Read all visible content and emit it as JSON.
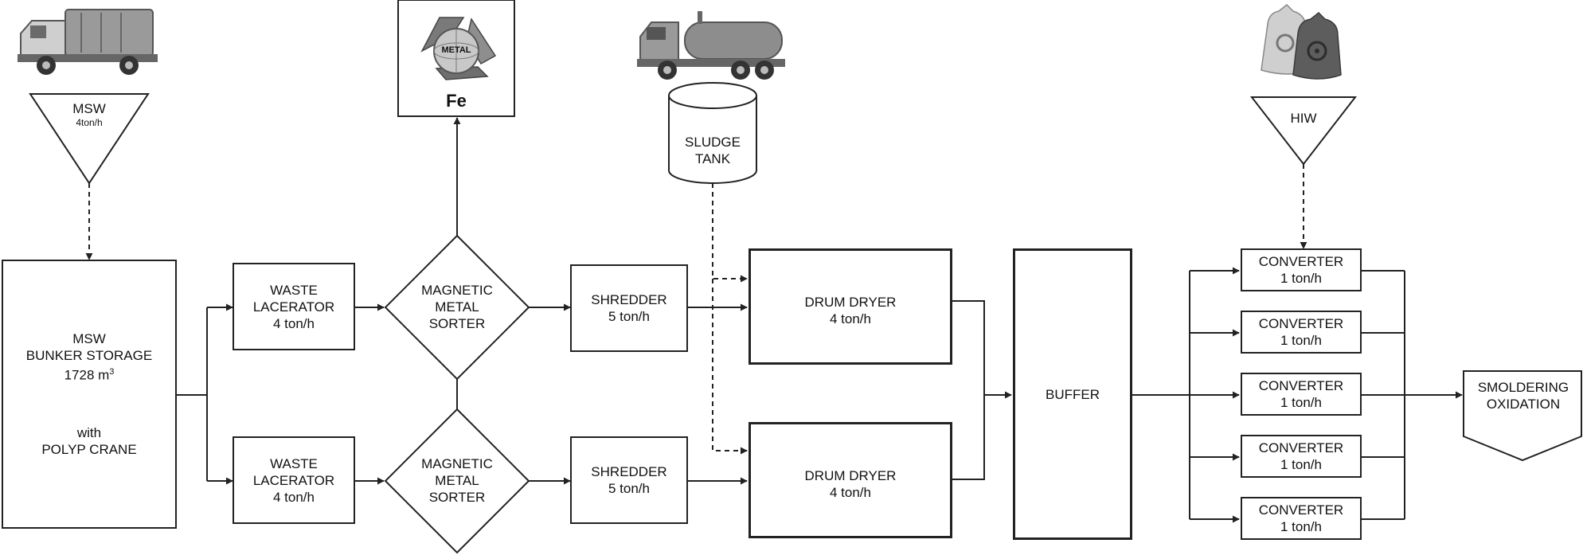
{
  "sources": {
    "msw": {
      "name": "MSW",
      "rate": "4ton/h"
    },
    "hiw": {
      "name": "HIW"
    }
  },
  "fe_box": {
    "icon_text": "METAL",
    "label": "Fe"
  },
  "sludge_tank": {
    "line1": "SLUDGE",
    "line2": "TANK"
  },
  "bunker": {
    "line1": "MSW",
    "line2": "BUNKER STORAGE",
    "volume": "1728 m",
    "volume_sup": "3",
    "line4": "with",
    "line5": "POLYP CRANE"
  },
  "lacerators": [
    {
      "line1": "WASTE",
      "line2": "LACERATOR",
      "rate": "4 ton/h"
    },
    {
      "line1": "WASTE",
      "line2": "LACERATOR",
      "rate": "4 ton/h"
    }
  ],
  "sorters": [
    {
      "line1": "MAGNETIC",
      "line2": "METAL",
      "line3": "SORTER"
    },
    {
      "line1": "MAGNETIC",
      "line2": "METAL",
      "line3": "SORTER"
    }
  ],
  "shredders": [
    {
      "name": "SHREDDER",
      "rate": "5 ton/h"
    },
    {
      "name": "SHREDDER",
      "rate": "5 ton/h"
    }
  ],
  "dryers": [
    {
      "name": "DRUM DRYER",
      "rate": "4 ton/h"
    },
    {
      "name": "DRUM DRYER",
      "rate": "4 ton/h"
    }
  ],
  "buffer": {
    "name": "BUFFER"
  },
  "converters": [
    {
      "name": "CONVERTER",
      "rate": "1 ton/h"
    },
    {
      "name": "CONVERTER",
      "rate": "1 ton/h"
    },
    {
      "name": "CONVERTER",
      "rate": "1 ton/h"
    },
    {
      "name": "CONVERTER",
      "rate": "1 ton/h"
    },
    {
      "name": "CONVERTER",
      "rate": "1 ton/h"
    }
  ],
  "output": {
    "line1": "SMOLDERING",
    "line2": "OXIDATION"
  },
  "icons": [
    "garbage-truck-icon",
    "metal-recycling-icon",
    "tanker-truck-icon",
    "biohazard-bags-icon"
  ],
  "colors": {
    "line": "#222222",
    "icon_gray": "#8a8a8a",
    "icon_dark": "#555555"
  }
}
